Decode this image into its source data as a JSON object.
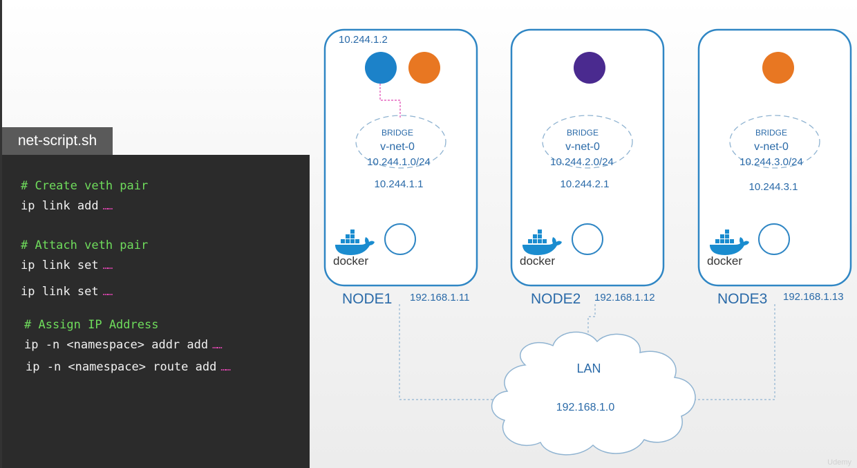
{
  "script": {
    "filename": "net-script.sh",
    "lines": [
      {
        "text": "# Create veth pair",
        "type": "comment"
      },
      {
        "text": "ip link add",
        "type": "code",
        "dots": "……"
      },
      {
        "text": "# Attach veth pair",
        "type": "comment"
      },
      {
        "text": "ip link set",
        "type": "code",
        "dots": "……"
      },
      {
        "text": "ip link set",
        "type": "code",
        "dots": "……"
      },
      {
        "text": "# Assign IP Address",
        "type": "comment"
      },
      {
        "text": "ip -n <namespace> addr add",
        "type": "code",
        "dots": "……"
      },
      {
        "text": "ip -n <namespace> route add",
        "type": "code",
        "dots": "……"
      }
    ]
  },
  "nodes": [
    {
      "name": "NODE1",
      "host_ip": "192.168.1.11",
      "pod_ip_label": "10.244.1.2",
      "pod_colors": [
        "#1c82c9",
        "#e87722"
      ],
      "bridge": {
        "label": "BRIDGE",
        "name": "v-net-0",
        "subnet": "10.244.1.0/24"
      },
      "bridge_ip": "10.244.1.1",
      "docker_label": "docker"
    },
    {
      "name": "NODE2",
      "host_ip": "192.168.1.12",
      "pod_ip_label": "",
      "pod_colors": [
        "#4a2a8f"
      ],
      "bridge": {
        "label": "BRIDGE",
        "name": "v-net-0",
        "subnet": "10.244.2.0/24"
      },
      "bridge_ip": "10.244.2.1",
      "docker_label": "docker"
    },
    {
      "name": "NODE3",
      "host_ip": "192.168.1.13",
      "pod_ip_label": "",
      "pod_colors": [
        "#e87722"
      ],
      "bridge": {
        "label": "BRIDGE",
        "name": "v-net-0",
        "subnet": "10.244.3.0/24"
      },
      "bridge_ip": "10.244.3.1",
      "docker_label": "docker"
    }
  ],
  "lan": {
    "label": "LAN",
    "subnet": "192.168.1.0"
  },
  "watermark": "Udemy",
  "colors": {
    "node_border": "#2f86c4",
    "text": "#2a6aa8",
    "veth_link": "#e046b2"
  }
}
